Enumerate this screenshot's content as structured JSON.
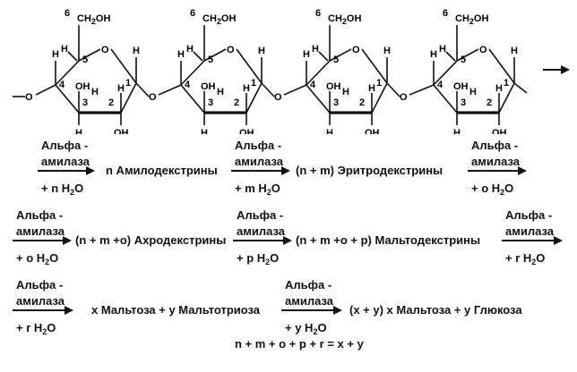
{
  "chain": {
    "ch2oh": "CH",
    "ch2oh_sub": "2",
    "ch2oh_end": "OH",
    "o": "O",
    "h": "H",
    "oh": "OH",
    "n1": "1",
    "n2": "2",
    "n3": "3",
    "n4": "4",
    "n5": "5",
    "n6": "6"
  },
  "row1": {
    "enzyme1": "Альфа -",
    "enzyme2": "амилаза",
    "a_reagent": "+ n H",
    "a_sub": "2",
    "a_tail": "O",
    "product1": "n Амилодекстрины",
    "b_reagent": "+ m H",
    "b_sub": "2",
    "b_tail": "O",
    "product2": "(n + m) Эритродекстрины",
    "c_reagent": "+ o H",
    "c_sub": "2",
    "c_tail": "O"
  },
  "row2": {
    "a_reagent": "+ o H",
    "a_sub": "2",
    "a_tail": "O",
    "product1": "(n + m +o) Ахродекстрины",
    "b_reagent": "+ p H",
    "b_sub": "2",
    "b_tail": "O",
    "product2": "(n + m +o + p)  Мальтодекстрины",
    "c_reagent": "+ r H",
    "c_sub": "2",
    "c_tail": "O"
  },
  "row3": {
    "a_reagent": "+ r H",
    "a_sub": "2",
    "a_tail": "O",
    "product1": "x Мальтоза + y Мальтотриоза",
    "b_reagent": "+ y H",
    "b_sub": "2",
    "b_tail": "O",
    "product2": "(x + y) x Мальтоза + y Глюкоза"
  },
  "balance": "n + m + o + p + r = x + y"
}
